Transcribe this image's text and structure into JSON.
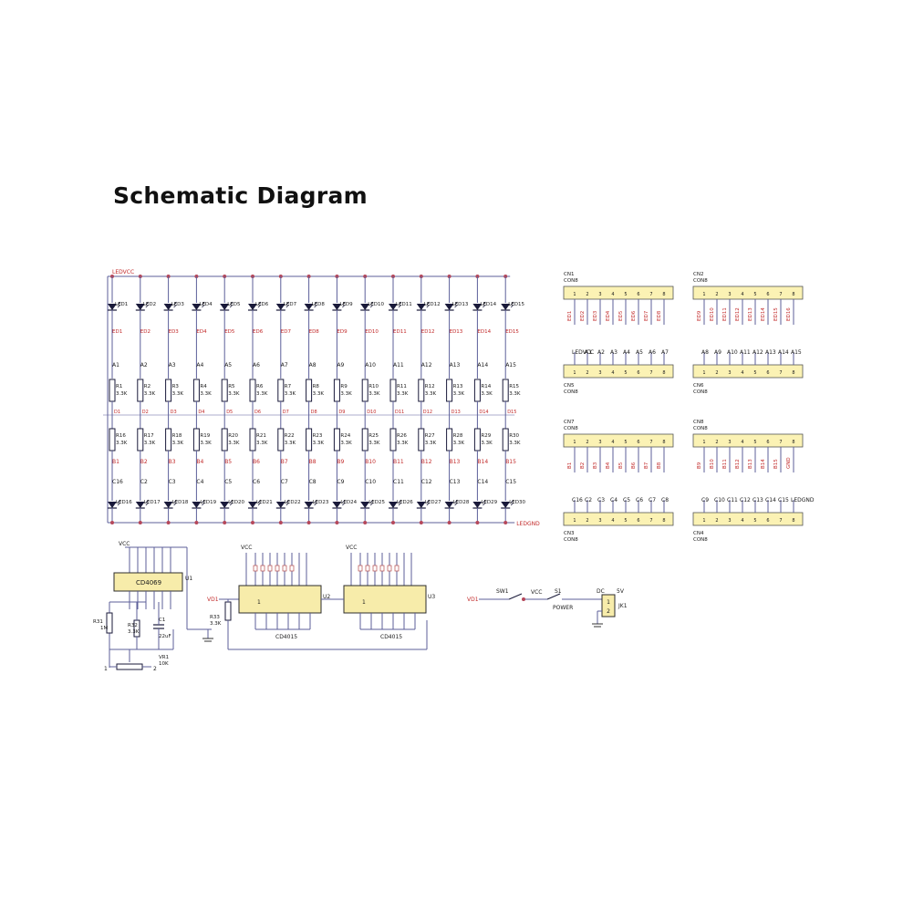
{
  "title": "Schematic Diagram",
  "colors": {
    "wire": "#5c5f9a",
    "label": "#1a1a1a",
    "net": "#c22a2a",
    "chip": "#f7ecaa",
    "chipEdge": "#2c2c2c",
    "connector": "#fbf2b4"
  },
  "led_matrix": {
    "top_rail": "LEDVCC",
    "bottom_rail": "LEDGND",
    "columns": [
      {
        "led_top": "LED1",
        "net_top": "ED1",
        "anode": "A1",
        "res_top": "R1",
        "res_top_val": "3.3K",
        "mid": "D1",
        "res_bot": "R16",
        "res_bot_val": "3.3K",
        "b": "B1",
        "c": "C16",
        "led_bot": "LED16"
      },
      {
        "led_top": "LED2",
        "net_top": "ED2",
        "anode": "A2",
        "res_top": "R2",
        "res_top_val": "3.3K",
        "mid": "D2",
        "res_bot": "R17",
        "res_bot_val": "3.3K",
        "b": "B2",
        "c": "C2",
        "led_bot": "LED17"
      },
      {
        "led_top": "LED3",
        "net_top": "ED3",
        "anode": "A3",
        "res_top": "R3",
        "res_top_val": "3.3K",
        "mid": "D3",
        "res_bot": "R18",
        "res_bot_val": "3.3K",
        "b": "B3",
        "c": "C3",
        "led_bot": "LED18"
      },
      {
        "led_top": "LED4",
        "net_top": "ED4",
        "anode": "A4",
        "res_top": "R4",
        "res_top_val": "3.3K",
        "mid": "D4",
        "res_bot": "R19",
        "res_bot_val": "3.3K",
        "b": "B4",
        "c": "C4",
        "led_bot": "LED19"
      },
      {
        "led_top": "LED5",
        "net_top": "ED5",
        "anode": "A5",
        "res_top": "R5",
        "res_top_val": "3.3K",
        "mid": "D5",
        "res_bot": "R20",
        "res_bot_val": "3.3K",
        "b": "B5",
        "c": "C5",
        "led_bot": "LED20"
      },
      {
        "led_top": "LED6",
        "net_top": "ED6",
        "anode": "A6",
        "res_top": "R6",
        "res_top_val": "3.3K",
        "mid": "D6",
        "res_bot": "R21",
        "res_bot_val": "3.3K",
        "b": "B6",
        "c": "C6",
        "led_bot": "LED21"
      },
      {
        "led_top": "LED7",
        "net_top": "ED7",
        "anode": "A7",
        "res_top": "R7",
        "res_top_val": "3.3K",
        "mid": "D7",
        "res_bot": "R22",
        "res_bot_val": "3.3K",
        "b": "B7",
        "c": "C7",
        "led_bot": "LED22"
      },
      {
        "led_top": "LED8",
        "net_top": "ED8",
        "anode": "A8",
        "res_top": "R8",
        "res_top_val": "3.3K",
        "mid": "D8",
        "res_bot": "R23",
        "res_bot_val": "3.3K",
        "b": "B8",
        "c": "C8",
        "led_bot": "LED23"
      },
      {
        "led_top": "LED9",
        "net_top": "ED9",
        "anode": "A9",
        "res_top": "R9",
        "res_top_val": "3.3K",
        "mid": "D9",
        "res_bot": "R24",
        "res_bot_val": "3.3K",
        "b": "B9",
        "c": "C9",
        "led_bot": "LED24"
      },
      {
        "led_top": "LED10",
        "net_top": "ED10",
        "anode": "A10",
        "res_top": "R10",
        "res_top_val": "3.3K",
        "mid": "D10",
        "res_bot": "R25",
        "res_bot_val": "3.3K",
        "b": "B10",
        "c": "C10",
        "led_bot": "LED25"
      },
      {
        "led_top": "LED11",
        "net_top": "ED11",
        "anode": "A11",
        "res_top": "R11",
        "res_top_val": "3.3K",
        "mid": "D11",
        "res_bot": "R26",
        "res_bot_val": "3.3K",
        "b": "B11",
        "c": "C11",
        "led_bot": "LED26"
      },
      {
        "led_top": "LED12",
        "net_top": "ED12",
        "anode": "A12",
        "res_top": "R12",
        "res_top_val": "3.3K",
        "mid": "D12",
        "res_bot": "R27",
        "res_bot_val": "3.3K",
        "b": "B12",
        "c": "C12",
        "led_bot": "LED27"
      },
      {
        "led_top": "LED13",
        "net_top": "ED13",
        "anode": "A13",
        "res_top": "R13",
        "res_top_val": "3.3K",
        "mid": "D13",
        "res_bot": "R28",
        "res_bot_val": "3.3K",
        "b": "B13",
        "c": "C13",
        "led_bot": "LED28"
      },
      {
        "led_top": "LED14",
        "net_top": "ED14",
        "anode": "A14",
        "res_top": "R14",
        "res_top_val": "3.3K",
        "mid": "D14",
        "res_bot": "R29",
        "res_bot_val": "3.3K",
        "b": "B14",
        "c": "C14",
        "led_bot": "LED29"
      },
      {
        "led_top": "LED15",
        "net_top": "ED15",
        "anode": "A15",
        "res_top": "R15",
        "res_top_val": "3.3K",
        "mid": "D15",
        "res_bot": "R30",
        "res_bot_val": "3.3K",
        "b": "B15",
        "c": "C15",
        "led_bot": "LED30"
      }
    ]
  },
  "connectors": [
    {
      "top_name": "CN1",
      "top_type": "CON8",
      "bottom_name": "CN5",
      "bottom_type": "CON8",
      "top_pins": [
        "ED1",
        "ED2",
        "ED3",
        "ED4",
        "ED5",
        "ED6",
        "ED7",
        "ED8"
      ],
      "bottom_pins": [
        "LEDVCC",
        "A1",
        "A2",
        "A3",
        "A4",
        "A5",
        "A6",
        "A7"
      ],
      "pin_numbers": [
        "1",
        "2",
        "3",
        "4",
        "5",
        "6",
        "7",
        "8"
      ]
    },
    {
      "top_name": "CN2",
      "top_type": "CON8",
      "bottom_name": "CN6",
      "bottom_type": "CON8",
      "top_pins": [
        "ED9",
        "ED10",
        "ED11",
        "ED12",
        "ED13",
        "ED14",
        "ED15",
        "ED16"
      ],
      "bottom_pins": [
        "A8",
        "A9",
        "A10",
        "A11",
        "A12",
        "A13",
        "A14",
        "A15"
      ],
      "pin_numbers": [
        "1",
        "2",
        "3",
        "4",
        "5",
        "6",
        "7",
        "8"
      ]
    },
    {
      "top_name": "CN7",
      "top_type": "CON8",
      "bottom_name": "CN3",
      "bottom_type": "CON8",
      "top_pins": [
        "B1",
        "B2",
        "B3",
        "B4",
        "B5",
        "B6",
        "B7",
        "B8"
      ],
      "bottom_pins": [
        "C16",
        "C2",
        "C3",
        "C4",
        "C5",
        "C6",
        "C7",
        "C8"
      ],
      "pin_numbers": [
        "1",
        "2",
        "3",
        "4",
        "5",
        "6",
        "7",
        "8"
      ]
    },
    {
      "top_name": "CN8",
      "top_type": "CON8",
      "bottom_name": "CN4",
      "bottom_type": "CON8",
      "top_pins": [
        "B9",
        "B10",
        "B11",
        "B12",
        "B13",
        "B14",
        "B15",
        "GND"
      ],
      "bottom_pins": [
        "C9",
        "C10",
        "C11",
        "C12",
        "C13",
        "C14",
        "C15",
        "LEDGND"
      ],
      "pin_numbers": [
        "1",
        "2",
        "3",
        "4",
        "5",
        "6",
        "7",
        "8"
      ]
    }
  ],
  "control": {
    "vcc": "VCC",
    "u1": {
      "ref": "U1",
      "part": "CD4069"
    },
    "r31": {
      "ref": "R31",
      "value": "1M"
    },
    "r32": {
      "ref": "R32",
      "value": "3.3K"
    },
    "c1": {
      "ref": "C1",
      "value": "22uF"
    },
    "vr1": {
      "ref": "VR1",
      "value": "10K",
      "pin1": "1",
      "pin2": "2"
    },
    "vd1": "VD1",
    "r33": {
      "ref": "R33",
      "value": "3.3K"
    },
    "u2": {
      "ref": "U2",
      "part": "CD4015",
      "pin": "1"
    },
    "u3": {
      "ref": "U3",
      "part": "CD4015",
      "pin": "1"
    },
    "power": {
      "vd_label": "VD1",
      "sw1": "SW1",
      "vcc": "VCC",
      "s1": "S1",
      "s1_label": "POWER",
      "dc": "DC",
      "dc_volt": "5V",
      "jk1": "JK1",
      "pin1": "1",
      "pin2": "2"
    }
  }
}
